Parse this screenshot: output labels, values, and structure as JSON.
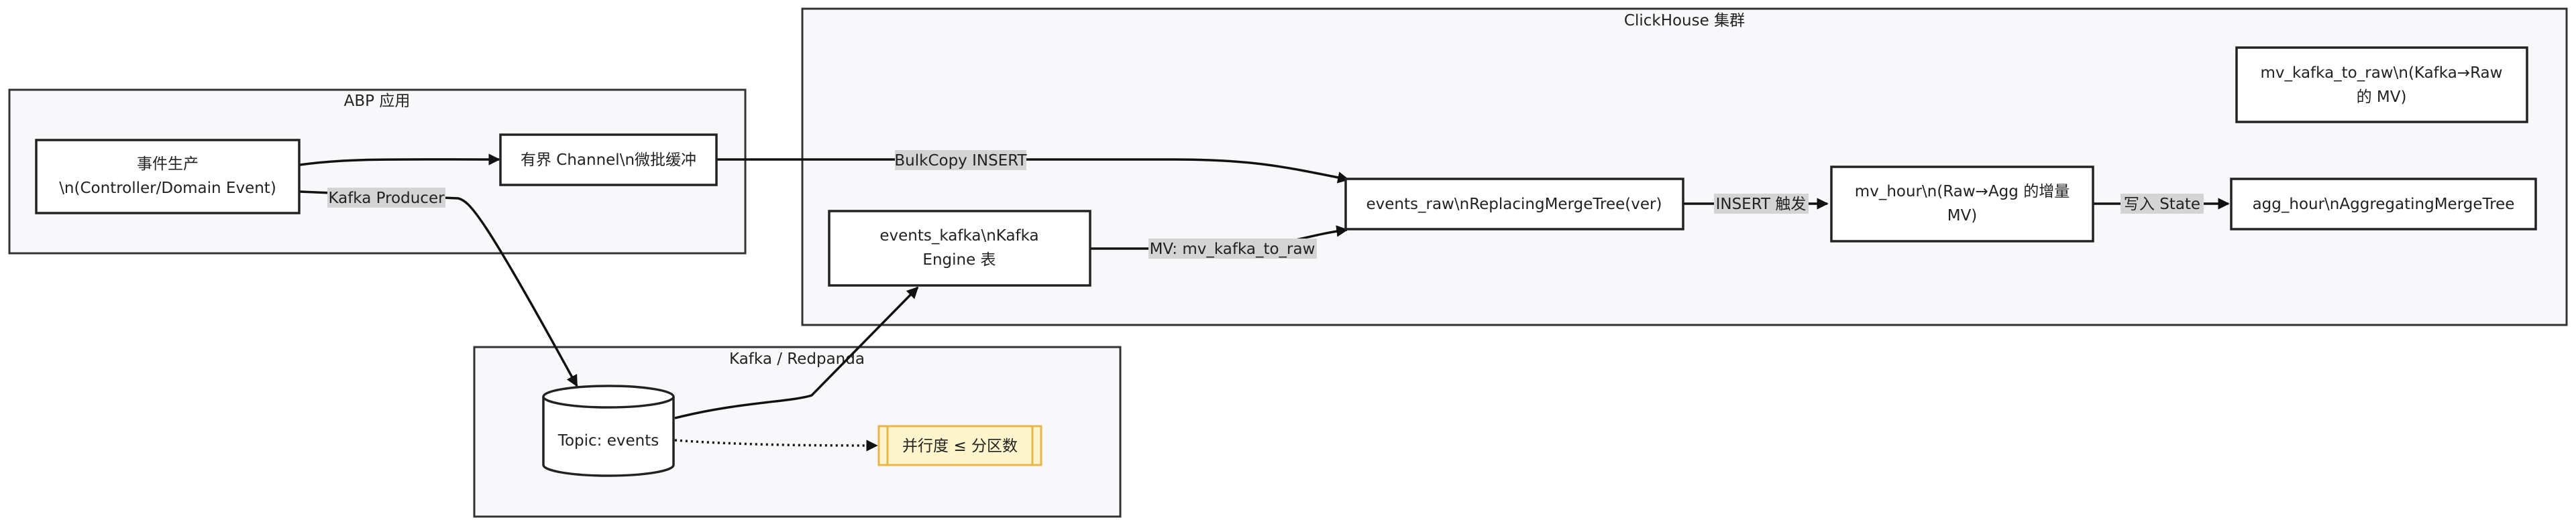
{
  "clusters": {
    "abp": "ABP 应用",
    "clickhouse": "ClickHouse 集群",
    "kafka": "Kafka / Redpanda"
  },
  "nodes": {
    "producer_line1": "事件生产",
    "producer_line2": "\\n(Controller/Domain Event)",
    "channel": "有界 Channel\\n微批缓冲",
    "topic": "Topic: events",
    "parallel_note": "并行度 ≤ 分区数",
    "events_kafka_line1": "events_kafka\\nKafka",
    "events_kafka_line2": "Engine 表",
    "events_raw": "events_raw\\nReplacingMergeTree(ver)",
    "mv_hour_line1": "mv_hour\\n(Raw→Agg 的增量",
    "mv_hour_line2": "MV)",
    "agg_hour": "agg_hour\\nAggregatingMergeTree",
    "mv_kafka_line1": "mv_kafka_to_raw\\n(Kafka→Raw",
    "mv_kafka_line2": "的 MV)"
  },
  "edges": {
    "bulkcopy": "BulkCopy INSERT",
    "kafka_producer": "Kafka Producer",
    "mv_kafka_to_raw": "MV: mv_kafka_to_raw",
    "insert_trigger": "INSERT 触发",
    "write_state": "写入 State"
  },
  "colors": {
    "cluster_fill": "#f8f8fb",
    "node_stroke": "#222222",
    "edge_label_bg": "#d4d4d4",
    "note_fill": "#fff5cc",
    "note_stroke": "#e8b54a"
  }
}
